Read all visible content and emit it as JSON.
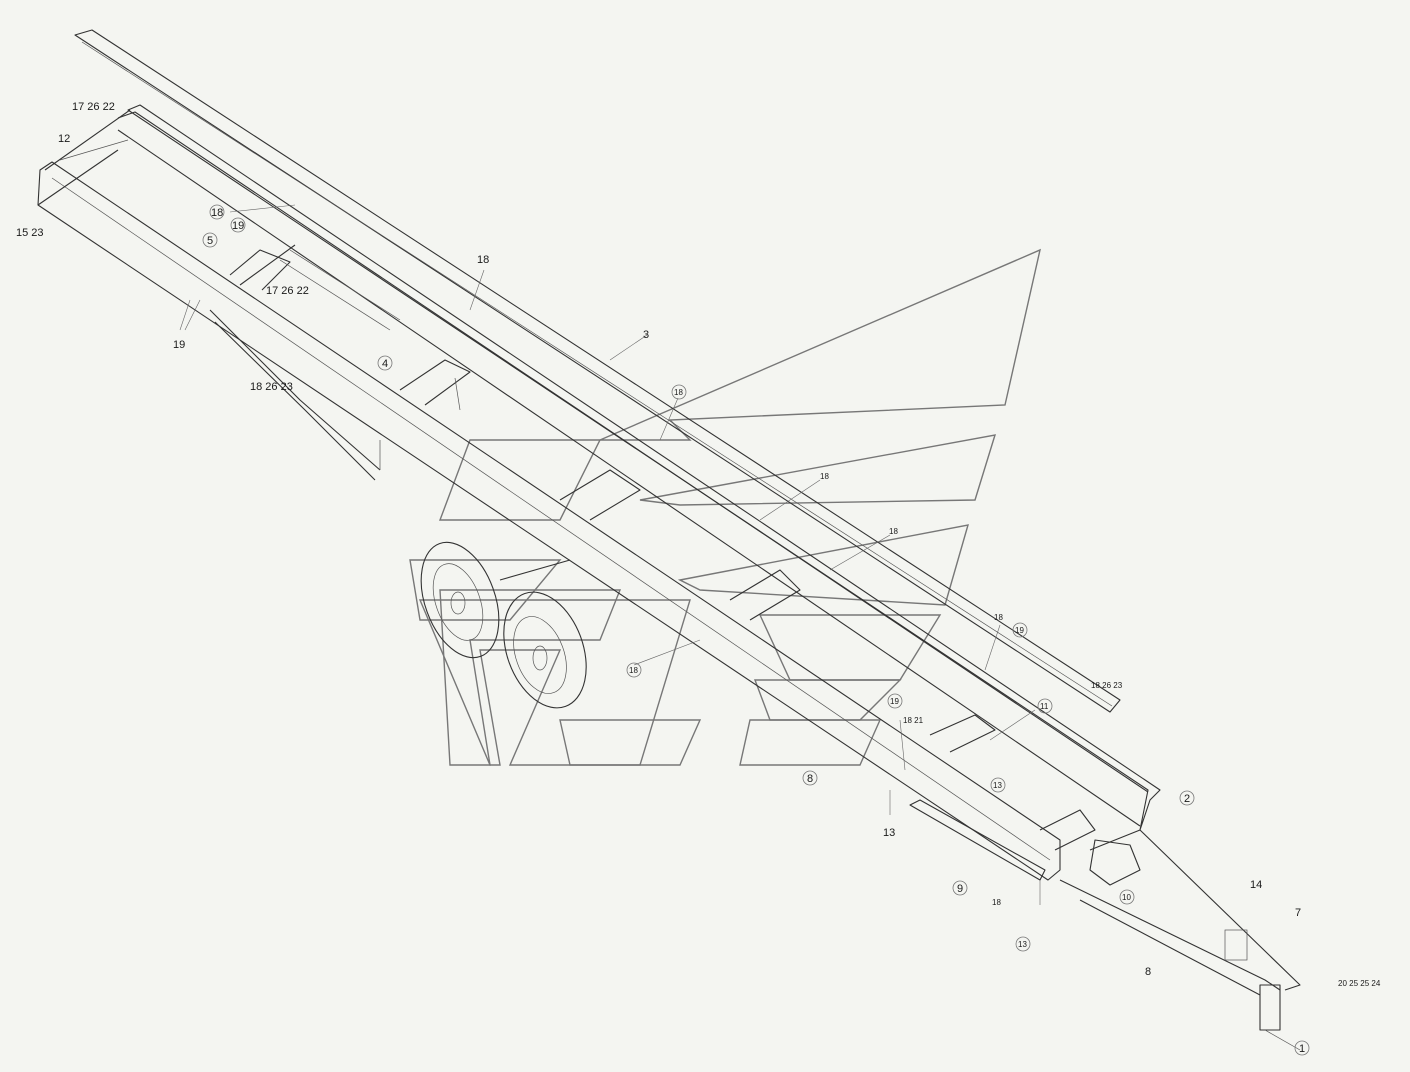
{
  "colors": {
    "background": "#f4f5f1",
    "line": "#333333",
    "watermark": "#777777"
  },
  "callouts": [
    {
      "id": "c01",
      "text": "17 26 22",
      "circled": true
    },
    {
      "id": "c02",
      "text": "12",
      "circled": false
    },
    {
      "id": "c03",
      "text": "15 23",
      "circled": true
    },
    {
      "id": "c04",
      "text": "18",
      "circled": true
    },
    {
      "id": "c05",
      "text": "19",
      "circled": true
    },
    {
      "id": "c06",
      "text": "5",
      "circled": true
    },
    {
      "id": "c07",
      "text": "17 26 22",
      "circled": true
    },
    {
      "id": "c08",
      "text": "19",
      "circled": false
    },
    {
      "id": "c09",
      "text": "18",
      "circled": false
    },
    {
      "id": "c10",
      "text": "3",
      "circled": false
    },
    {
      "id": "c11",
      "text": "4",
      "circled": true
    },
    {
      "id": "c12",
      "text": "18 26 23",
      "circled": true
    },
    {
      "id": "c13",
      "text": "18",
      "circled": true
    },
    {
      "id": "c14",
      "text": "18",
      "circled": false
    },
    {
      "id": "c15",
      "text": "18",
      "circled": false
    },
    {
      "id": "c16",
      "text": "18",
      "circled": true
    },
    {
      "id": "c17",
      "text": "18",
      "circled": false
    },
    {
      "id": "c18",
      "text": "19",
      "circled": true
    },
    {
      "id": "c19",
      "text": "18 26 23",
      "circled": true
    },
    {
      "id": "c20",
      "text": "19",
      "circled": true
    },
    {
      "id": "c21",
      "text": "18 21",
      "circled": true
    },
    {
      "id": "c22",
      "text": "11",
      "circled": true
    },
    {
      "id": "c23",
      "text": "13",
      "circled": true
    },
    {
      "id": "c24",
      "text": "2",
      "circled": true
    },
    {
      "id": "c25",
      "text": "8",
      "circled": true
    },
    {
      "id": "c26",
      "text": "13",
      "circled": false
    },
    {
      "id": "c27",
      "text": "9",
      "circled": true
    },
    {
      "id": "c28",
      "text": "18",
      "circled": false
    },
    {
      "id": "c29",
      "text": "10",
      "circled": true
    },
    {
      "id": "c30",
      "text": "13",
      "circled": true
    },
    {
      "id": "c31",
      "text": "14",
      "circled": false
    },
    {
      "id": "c32",
      "text": "7",
      "circled": false
    },
    {
      "id": "c33",
      "text": "8",
      "circled": false
    },
    {
      "id": "c34",
      "text": "20 25 25 24",
      "circled": true
    },
    {
      "id": "c35",
      "text": "1",
      "circled": true
    }
  ]
}
